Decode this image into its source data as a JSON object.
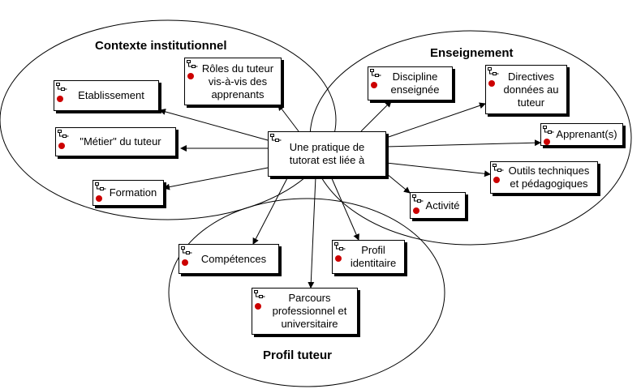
{
  "diagram": {
    "colors": {
      "line": "#000000",
      "node_fill": "#ffffff",
      "dot": "#cc0000"
    },
    "zones": {
      "contexte": "Contexte institutionnel",
      "enseignement": "Enseignement",
      "profil": "Profil tuteur"
    },
    "center": "Une pratique de\ntutorat est liée à",
    "nodes": {
      "etablissement": "Etablissement",
      "metier": "\"Métier\" du tuteur",
      "formation": "Formation",
      "roles": "Rôles du tuteur\nvis-à-vis des\napprenants",
      "discipline": "Discipline\nenseignée",
      "directives": "Directives\ndonnées au\ntuteur",
      "apprenants": "Apprenant(s)",
      "outils": "Outils techniques\net pédagogiques",
      "activite": "Activité",
      "competences": "Compétences",
      "profil_identitaire": "Profil\nidentitaire",
      "parcours": "Parcours\nprofessionnel et\nuniversitaire"
    },
    "icons": {
      "node_icon": "structure-icon",
      "status_dot": "status-dot-icon"
    }
  }
}
